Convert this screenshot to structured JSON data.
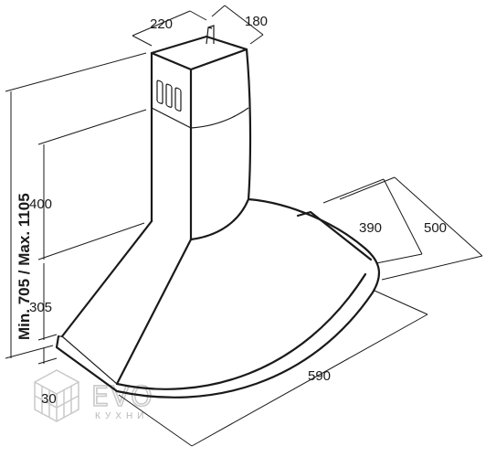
{
  "dimensions": {
    "chimney_width": "220",
    "chimney_depth": "180",
    "height_range": "Min. 705 / Max. 1105",
    "chimney_height": "400",
    "canopy_height": "305",
    "rim_height": "30",
    "depth_inner": "390",
    "depth_outer": "500",
    "width": "590"
  },
  "logo": {
    "brand": "EVO",
    "sub": "КУХНИ",
    "color": "#c9c9c9"
  },
  "colors": {
    "line": "#1a1a1a",
    "background": "#ffffff"
  }
}
